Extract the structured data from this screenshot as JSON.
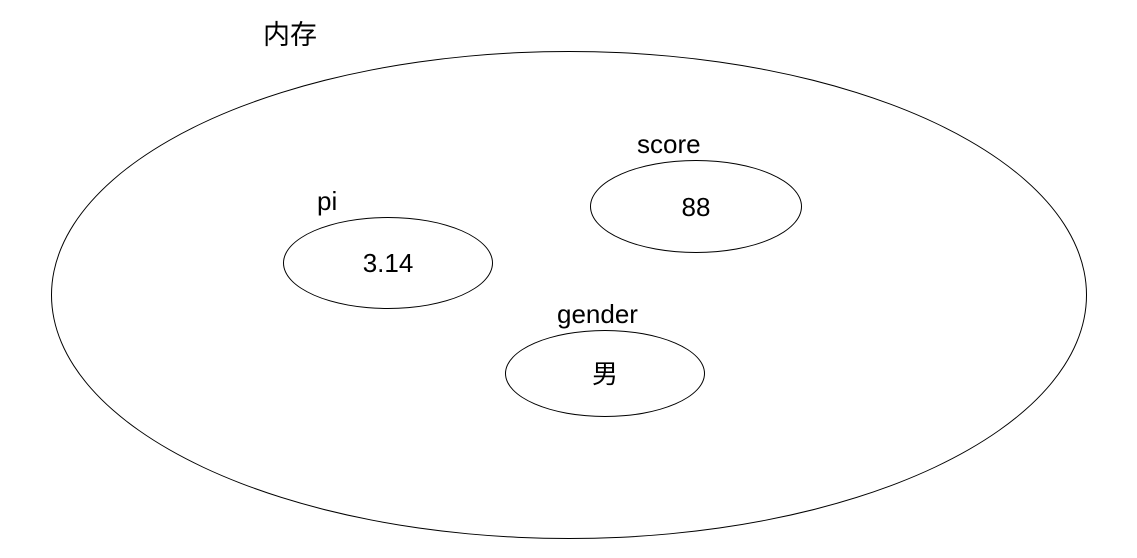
{
  "diagram": {
    "outer": {
      "label": "内存"
    },
    "variables": [
      {
        "name": "pi",
        "value": "3.14"
      },
      {
        "name": "score",
        "value": "88"
      },
      {
        "name": "gender",
        "value": "男"
      }
    ]
  }
}
